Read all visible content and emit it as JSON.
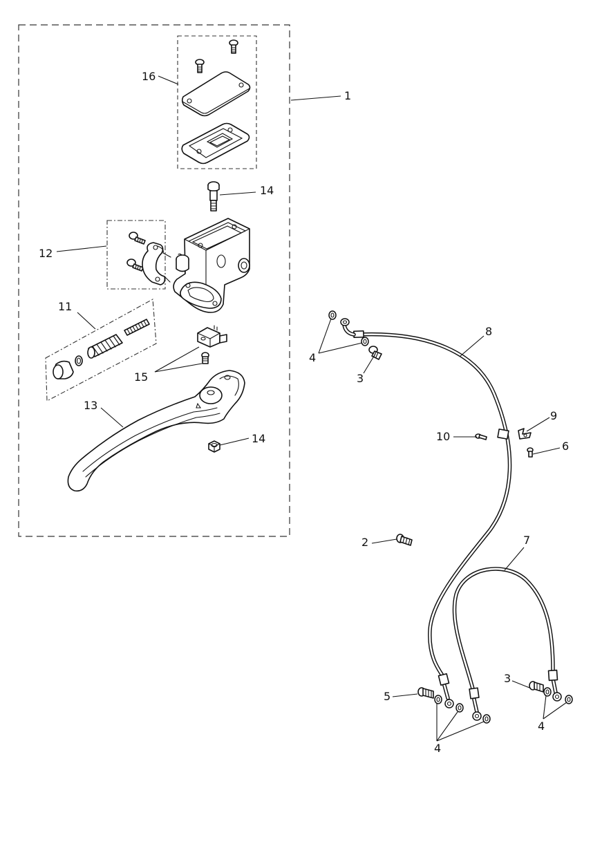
{
  "labels": {
    "l1": "1",
    "l2": "2",
    "l3a": "3",
    "l3b": "3",
    "l4a": "4",
    "l4b": "4",
    "l4c": "4",
    "l5": "5",
    "l6": "6",
    "l7": "7",
    "l8": "8",
    "l9": "9",
    "l10": "10",
    "l11": "11",
    "l12": "12",
    "l13": "13",
    "l14a": "14",
    "l14b": "14",
    "l15": "15",
    "l16": "16"
  },
  "colors": {
    "line": "#111111",
    "background": "#ffffff"
  }
}
